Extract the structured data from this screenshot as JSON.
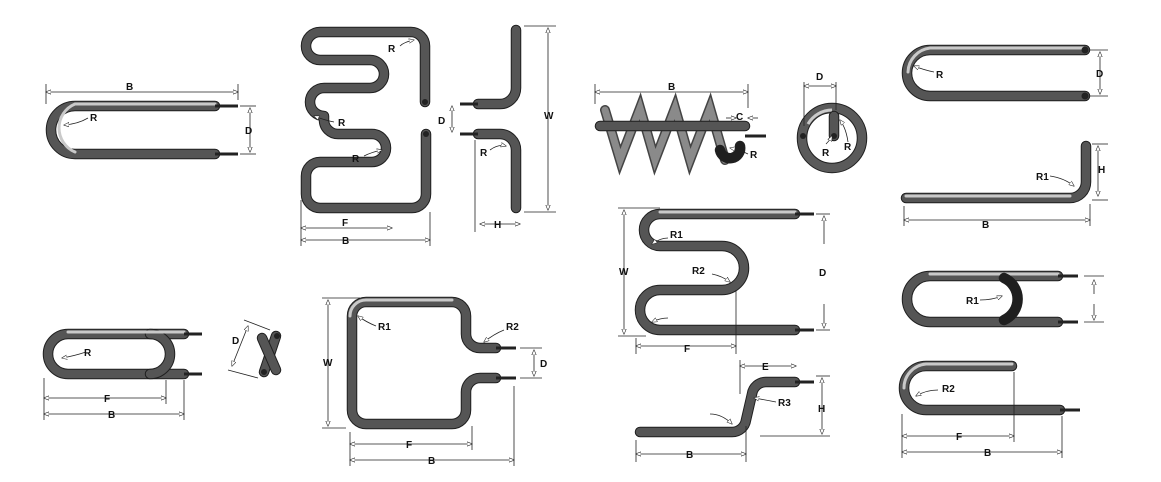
{
  "labels": {
    "B": "B",
    "D": "D",
    "R": "R",
    "W": "W",
    "F": "F",
    "H": "H",
    "C": "C",
    "E": "E",
    "R1": "R1",
    "R2": "R2",
    "R3": "R3"
  },
  "colors": {
    "tube": "#555555",
    "highlight": "#c9c9c9",
    "line": "#222222"
  }
}
